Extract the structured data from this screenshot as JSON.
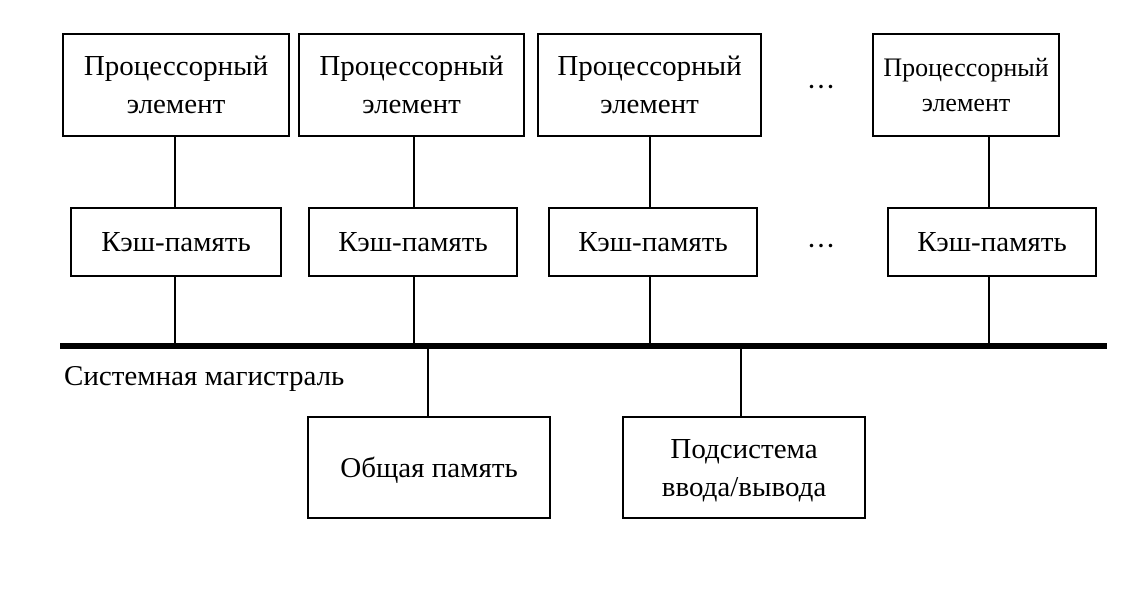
{
  "diagram": {
    "description": "Shared-memory multiprocessor system block diagram",
    "processors": [
      {
        "label": "Процессорный элемент"
      },
      {
        "label": "Процессорный элемент"
      },
      {
        "label": "Процессорный элемент"
      },
      {
        "label": "Процессорный элемент"
      }
    ],
    "caches": [
      {
        "label": "Кэш-память"
      },
      {
        "label": "Кэш-память"
      },
      {
        "label": "Кэш-память"
      },
      {
        "label": "Кэш-память"
      }
    ],
    "ellipsis_processors": "...",
    "ellipsis_caches": "...",
    "bus": {
      "label": "Системная магистраль"
    },
    "shared_memory": {
      "label": "Общая память"
    },
    "io_subsystem": {
      "label": "Подсистема ввода/вывода"
    },
    "colors": {
      "line": "#000000",
      "background": "#ffffff",
      "text": "#000000"
    }
  }
}
